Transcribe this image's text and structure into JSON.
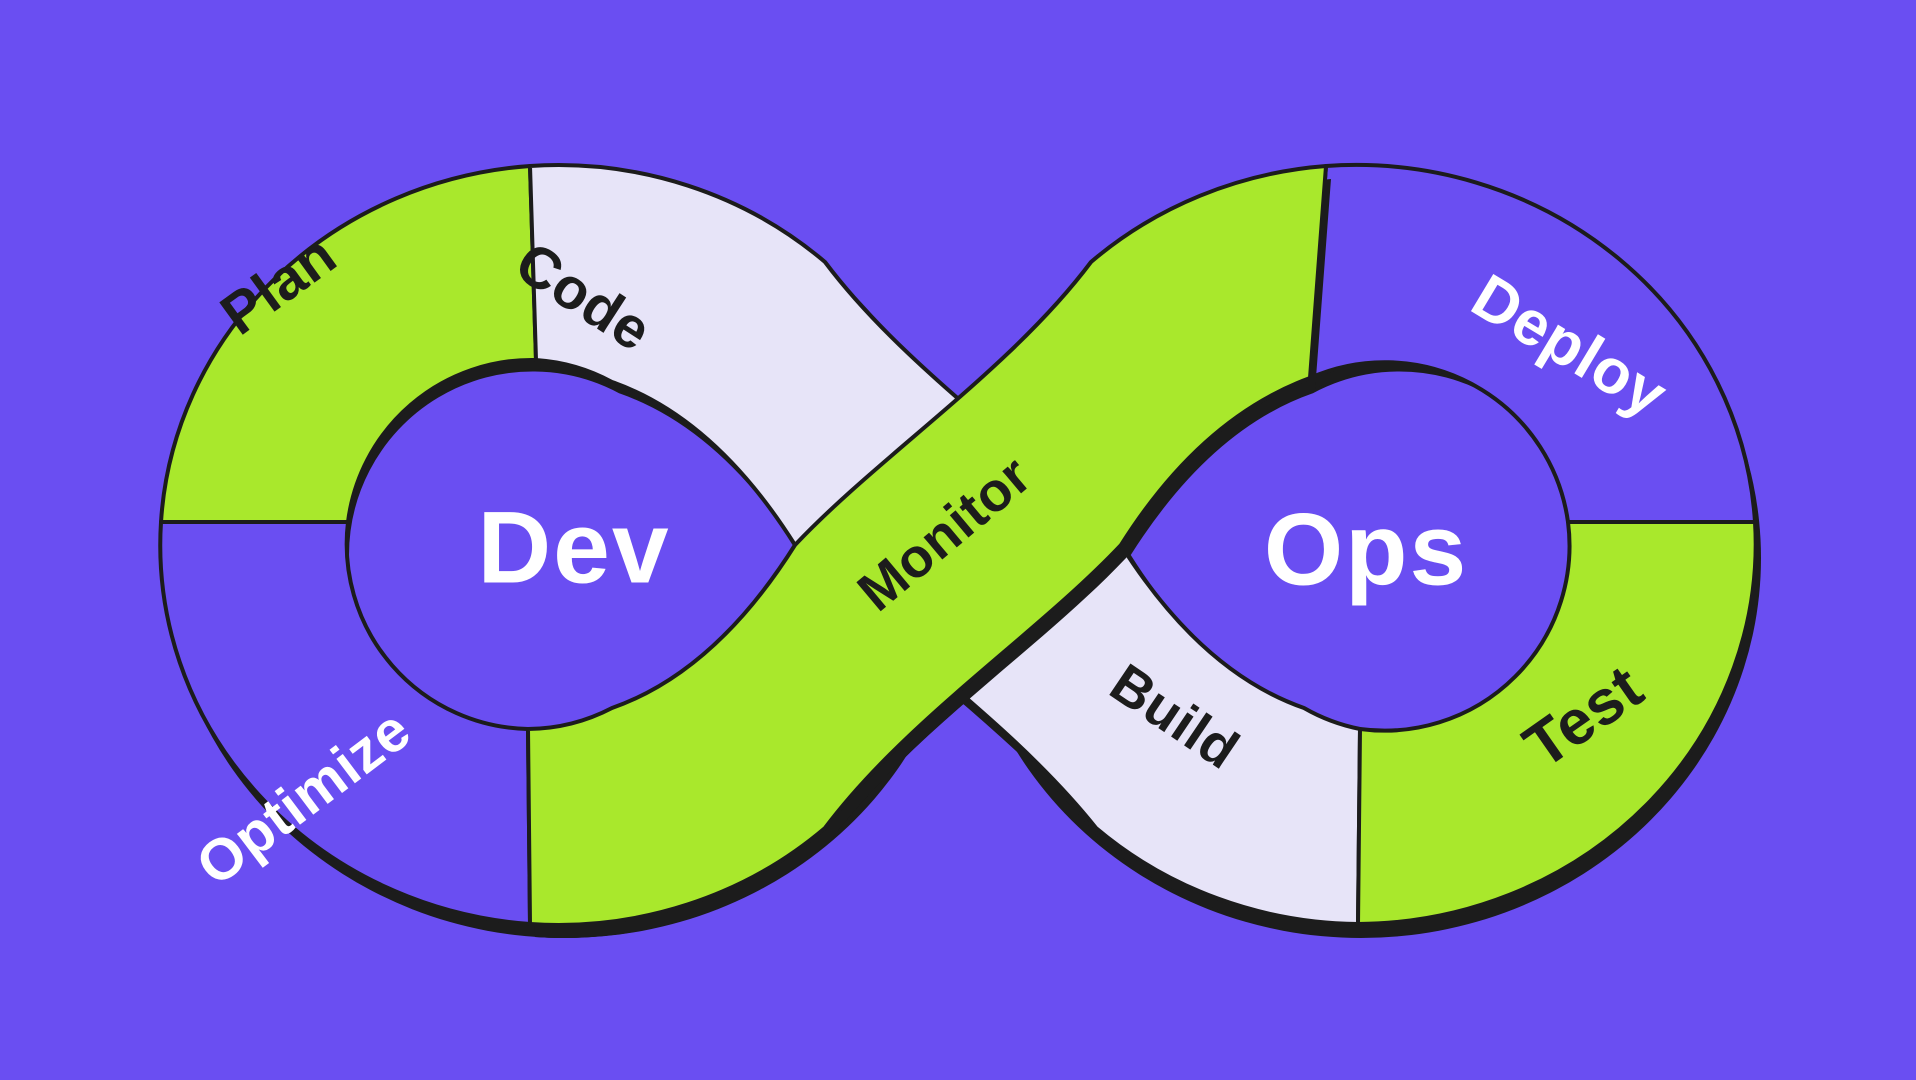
{
  "diagram": {
    "type": "devops-infinity-loop",
    "left_loop_title": "Dev",
    "right_loop_title": "Ops",
    "segments": [
      {
        "id": "plan",
        "label": "Plan",
        "band": "green",
        "text_color": "dark"
      },
      {
        "id": "code",
        "label": "Code",
        "band": "lavender",
        "text_color": "dark"
      },
      {
        "id": "monitor",
        "label": "Monitor",
        "band": "green",
        "text_color": "dark"
      },
      {
        "id": "build",
        "label": "Build",
        "band": "lavender",
        "text_color": "dark"
      },
      {
        "id": "optimize",
        "label": "Optimize",
        "band": "purple",
        "text_color": "white"
      },
      {
        "id": "deploy",
        "label": "Deploy",
        "band": "purple",
        "text_color": "white"
      },
      {
        "id": "test",
        "label": "Test",
        "band": "green",
        "text_color": "dark"
      }
    ],
    "colors": {
      "background": "#6A4EF2",
      "loop_purple": "#6A4EF2",
      "green": "#A9E82C",
      "lavender": "#E7E4F8",
      "outline": "#1C1C1C",
      "label_dark": "#1C1C1C",
      "label_light": "#FFFFFF"
    }
  }
}
